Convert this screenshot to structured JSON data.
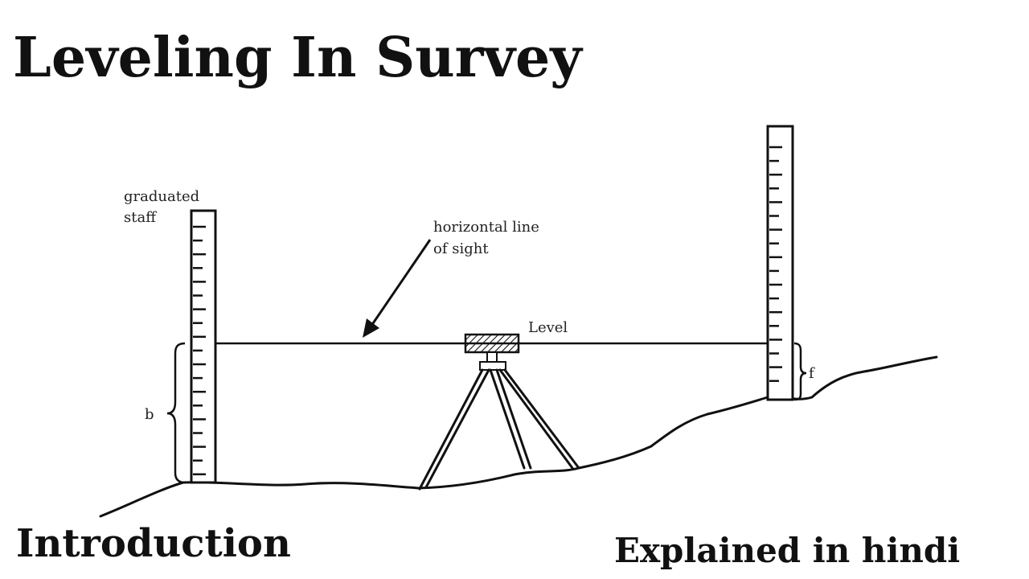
{
  "title": "Leveling In Survey",
  "footer": {
    "left": "Introduction",
    "right": "Explained in hindi"
  },
  "diagram": {
    "labels": {
      "staff_line1": "graduated",
      "staff_line2": "staff",
      "sight_line1": "horizontal line",
      "sight_line2": "of sight",
      "level": "Level",
      "backsight": "b",
      "foresight": "f"
    },
    "colors": {
      "ink": "#111111",
      "background": "#ffffff"
    }
  }
}
